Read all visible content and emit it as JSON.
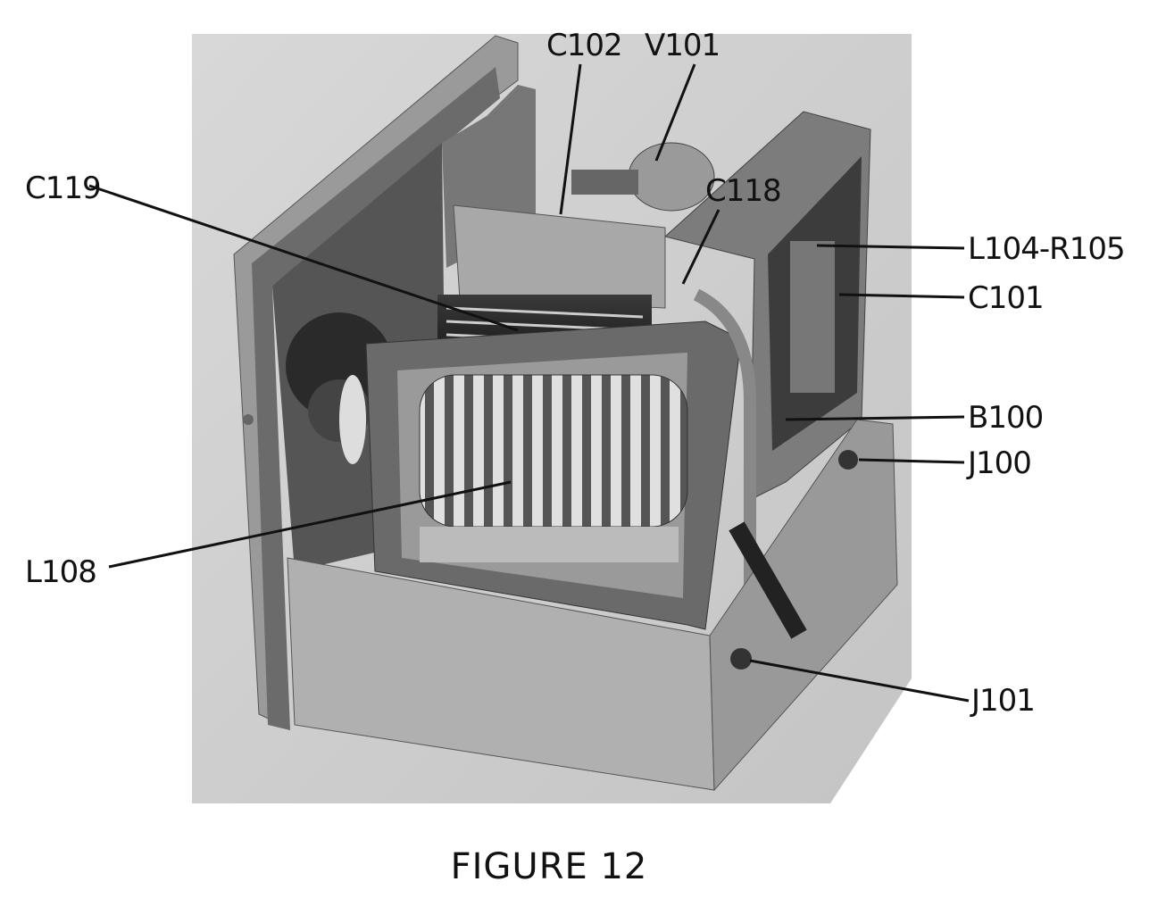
{
  "figure": {
    "caption": "FIGURE 12",
    "callouts": [
      {
        "id": "c102",
        "label": "C102"
      },
      {
        "id": "v101",
        "label": "V101"
      },
      {
        "id": "c119",
        "label": "C119"
      },
      {
        "id": "c118",
        "label": "C118"
      },
      {
        "id": "l104r105",
        "label": "L104-R105"
      },
      {
        "id": "c101",
        "label": "C101"
      },
      {
        "id": "b100",
        "label": "B100"
      },
      {
        "id": "j100",
        "label": "J100"
      },
      {
        "id": "l108",
        "label": "L108"
      },
      {
        "id": "j101",
        "label": "J101"
      }
    ]
  }
}
